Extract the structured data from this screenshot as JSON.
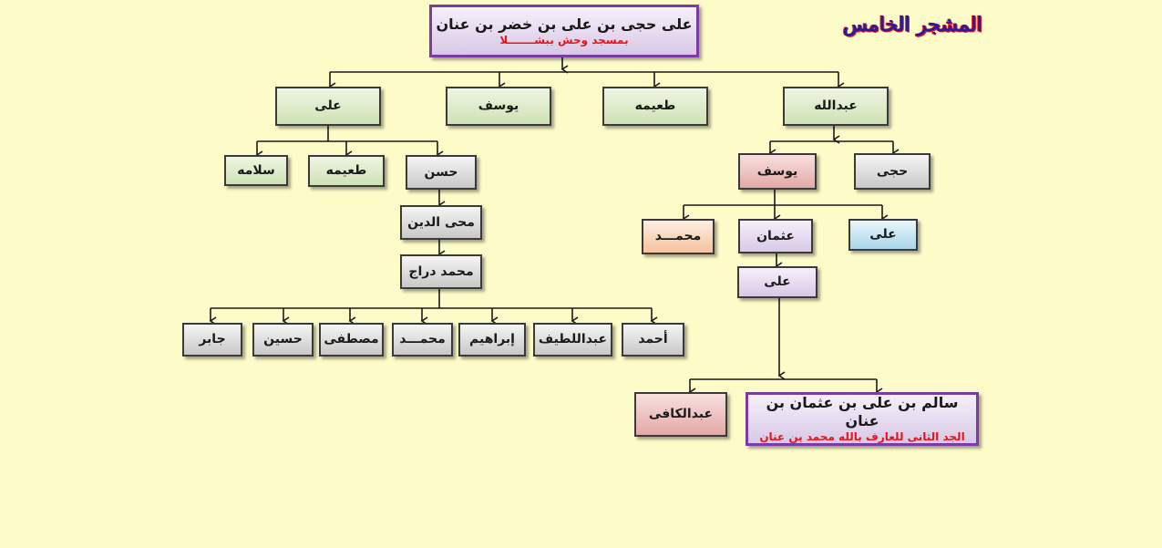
{
  "title": "المشجر الخامس",
  "nodes": {
    "root": {
      "name": "على حجى بن على بن خضر بن عنان",
      "sub": "بمسجد وحش ببشـــــــلا"
    },
    "ali": "على",
    "yusuf": "يوسف",
    "tuaymah": "طعيمه",
    "abdullah": "عبدالله",
    "salamah": "سلامه",
    "tuaymah2": "طعيمه",
    "hasan": "حسن",
    "yusuf2": "يوسف",
    "hajji": "حجى",
    "muhyiddin": "محى الدين",
    "muhammad_darraj": "محمد دراج",
    "muhammad_r": "محمـــد",
    "uthman": "عثمان",
    "ali_r": "على",
    "ali_r2": "على",
    "jabir": "جابر",
    "husayn": "حسين",
    "mustafa": "مصطفى",
    "muhammad_l": "محمـــد",
    "ibrahim": "إبراهيم",
    "abdullatif": "عبداللطيف",
    "ahmad": "أحمد",
    "abdulkafi": "عبدالكافى",
    "salim": {
      "name": "سالم بن على بن عثمان بن عنان",
      "sub": "الجد الثانى للعارف بالله محمد بن عنان"
    }
  },
  "colors": {
    "line": "#1a1a1a",
    "root_border": "#7a3aa8",
    "accent_red": "#e8141b",
    "title": "#2a1a9c"
  }
}
